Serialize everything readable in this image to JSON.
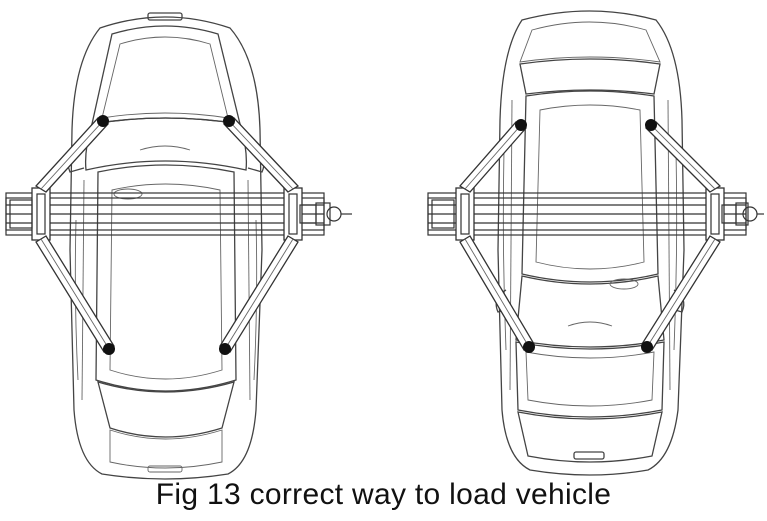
{
  "caption": "Fig 13 correct way to load vehicle",
  "diagrams": [
    {
      "name": "left-vehicle-top-view"
    },
    {
      "name": "right-vehicle-top-view"
    }
  ]
}
